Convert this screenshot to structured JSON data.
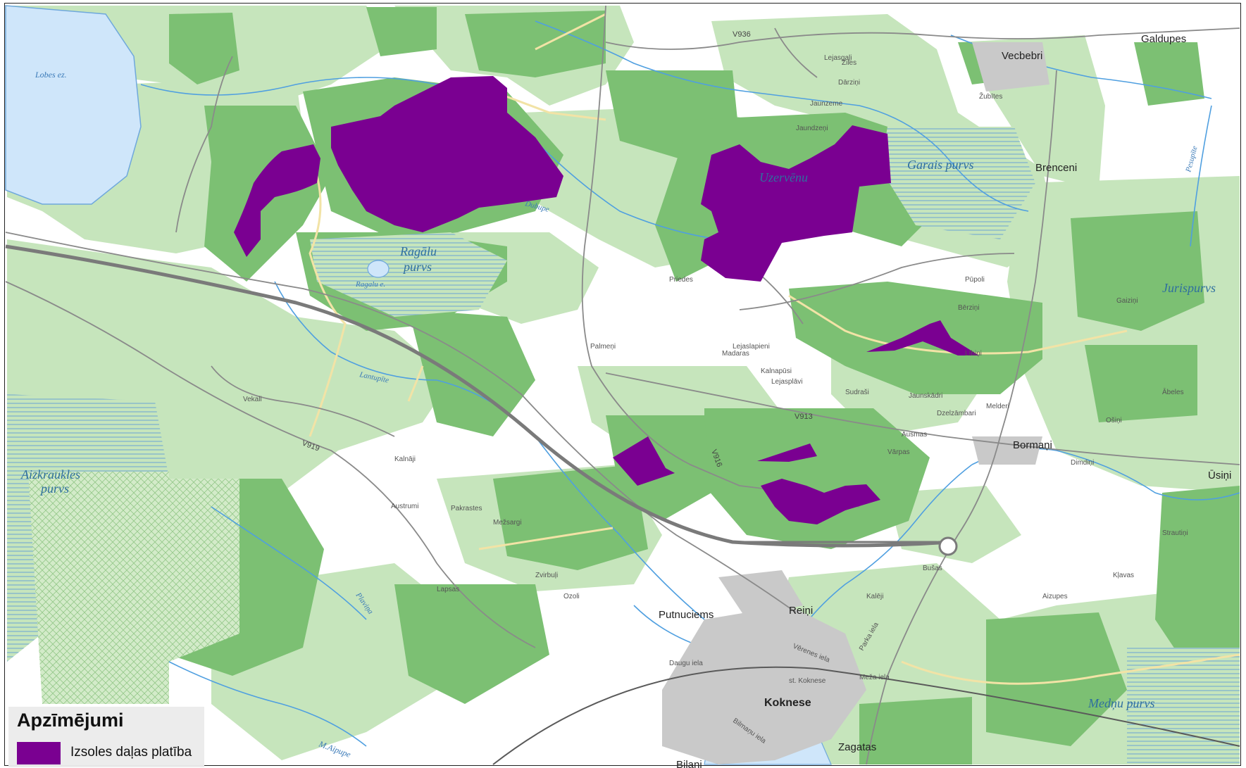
{
  "colors": {
    "auction_area": "#7a0091",
    "forest_dark": "#7cc073",
    "forest_light": "#c6e5bc",
    "water": "#cfe6fa",
    "river": "#4f9fe0",
    "road": "#8a8a8a",
    "highway": "#7a7a7a",
    "town": "#b9b9b9",
    "sand_road": "#f2e3a6"
  },
  "legend": {
    "title": "Apzīmējumi",
    "items": [
      {
        "label": "Izsoles daļas platība",
        "swatch_color": "#7a0091"
      }
    ]
  },
  "places": {
    "vecbebri": "Vecbebri",
    "galdupes": "Galdupes",
    "brenceni": "Brenceni",
    "bormani": "Bormaņi",
    "usini": "Ūsiņi",
    "putnuciems": "Putnuciems",
    "reini": "Reiņi",
    "koknese": "Koknese",
    "st_koknese": "st. Koknese",
    "zagatas": "Zagatas",
    "bilani": "Bilaņi",
    "palmeni": "Palmeņi",
    "austrumi": "Austrumi",
    "vekali": "Vekali",
    "jaundzeni": "Jaundzeņi",
    "lejaslapieni": "Lejaslapieni"
  },
  "water": {
    "lobes_ez": "Lobes ez.",
    "ragalu_ez": "Ragalu e.",
    "lantupite": "Lantupīte",
    "dubupite": "Dubupe",
    "plaviņa": "Plaviņa",
    "m_aipupe": "M.Aipupe",
    "pesupite": "Pesupīte"
  },
  "bogs": {
    "ragalu_1": "Ragālu",
    "ragalu_2": "purvs",
    "garais": "Garais purvs",
    "aizkraukles_1": "Aizkraukles",
    "aizkraukles_2": "purvs",
    "jurispurvs": "Jurispurvs",
    "mednu": "Medņu purvs",
    "uzervenu": "Uzervēnu"
  },
  "streets": {
    "daugu": "Daugu iela",
    "verenes": "Vērenes iela",
    "meza": "Meža iela",
    "bilmanu": "Bilmaņu iela",
    "parksu": "Parka iela"
  },
  "roads": {
    "v936": "V936",
    "v919": "V919",
    "v913": "V913",
    "v916": "V916"
  },
  "minor_labels": [
    "Lejasgaļi",
    "Ziles",
    "Jaunzeme",
    "Lībiņi",
    "Bērziņi",
    "Madaras",
    "Kalnapūsi",
    "Lejasplāvi",
    "Sudraši",
    "Vārpas",
    "Jaunskādri",
    "Dzelzāmbari",
    "Žubītes",
    "Pūpoli",
    "Gaiziņi",
    "Ābeles",
    "Dimdiņi",
    "Kalnāji",
    "Pakrastes",
    "Mežsargi",
    "Zvirbuļi",
    "Ozoli",
    "Lapsas",
    "Kalēji",
    "Bušas",
    "Ošiņi",
    "Melderi",
    "Ausmas",
    "Strautiņi",
    "Aizupes",
    "Kļavas",
    "Priedes",
    "Dārziņi"
  ]
}
